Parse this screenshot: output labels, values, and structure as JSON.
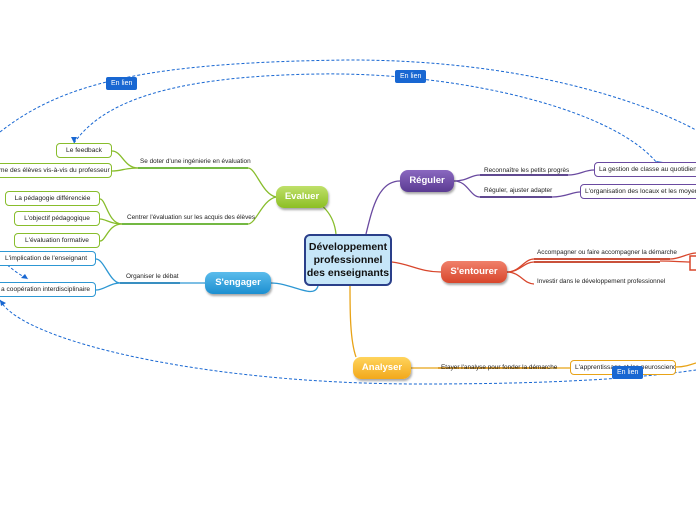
{
  "central": {
    "line1": "Développement",
    "line2": "professionnel",
    "line3": "des enseignants"
  },
  "branches": {
    "evaluer": "Evaluer",
    "engager": "S'engager",
    "reguler": "Réguler",
    "entourer": "S'entourer",
    "analyser": "Analyser"
  },
  "labels": {
    "ingenierie": "Se doter d'une ingénierie en évaluation",
    "acquis": "Centrer l'évaluation sur les acquis des élèves",
    "debat": "Organiser le débat",
    "progres": "Reconnaître les petits progrès",
    "ajuster": "Réguler, ajuster adapter",
    "accompagner": "Accompagner ou faire accompagner la démarche",
    "investir": "Investir dans le développement professionnel",
    "etayer": "Etayer l'analyse pour fonder la démarche"
  },
  "leaves": {
    "feedback": "Le feedback",
    "vis_a_vis": "me des élèves vis-à-vis du professeur",
    "differenciee": "La pédagogie différenciée",
    "objectif": "L'objectif pédagogique",
    "formative": "L'évaluation formative",
    "implication": "L'implication de l'enseignant",
    "cooperation": "a coopération interdisciplinaire",
    "gestion_classe": "La gestion de classe au quotidien",
    "organisation": "L'organisation des locaux et les moyens",
    "apprentissage": "L'apprentissage et les neurosciences"
  },
  "relations": {
    "top_left": "En lien",
    "top_right": "En lien",
    "bottom_right": "En lien"
  }
}
